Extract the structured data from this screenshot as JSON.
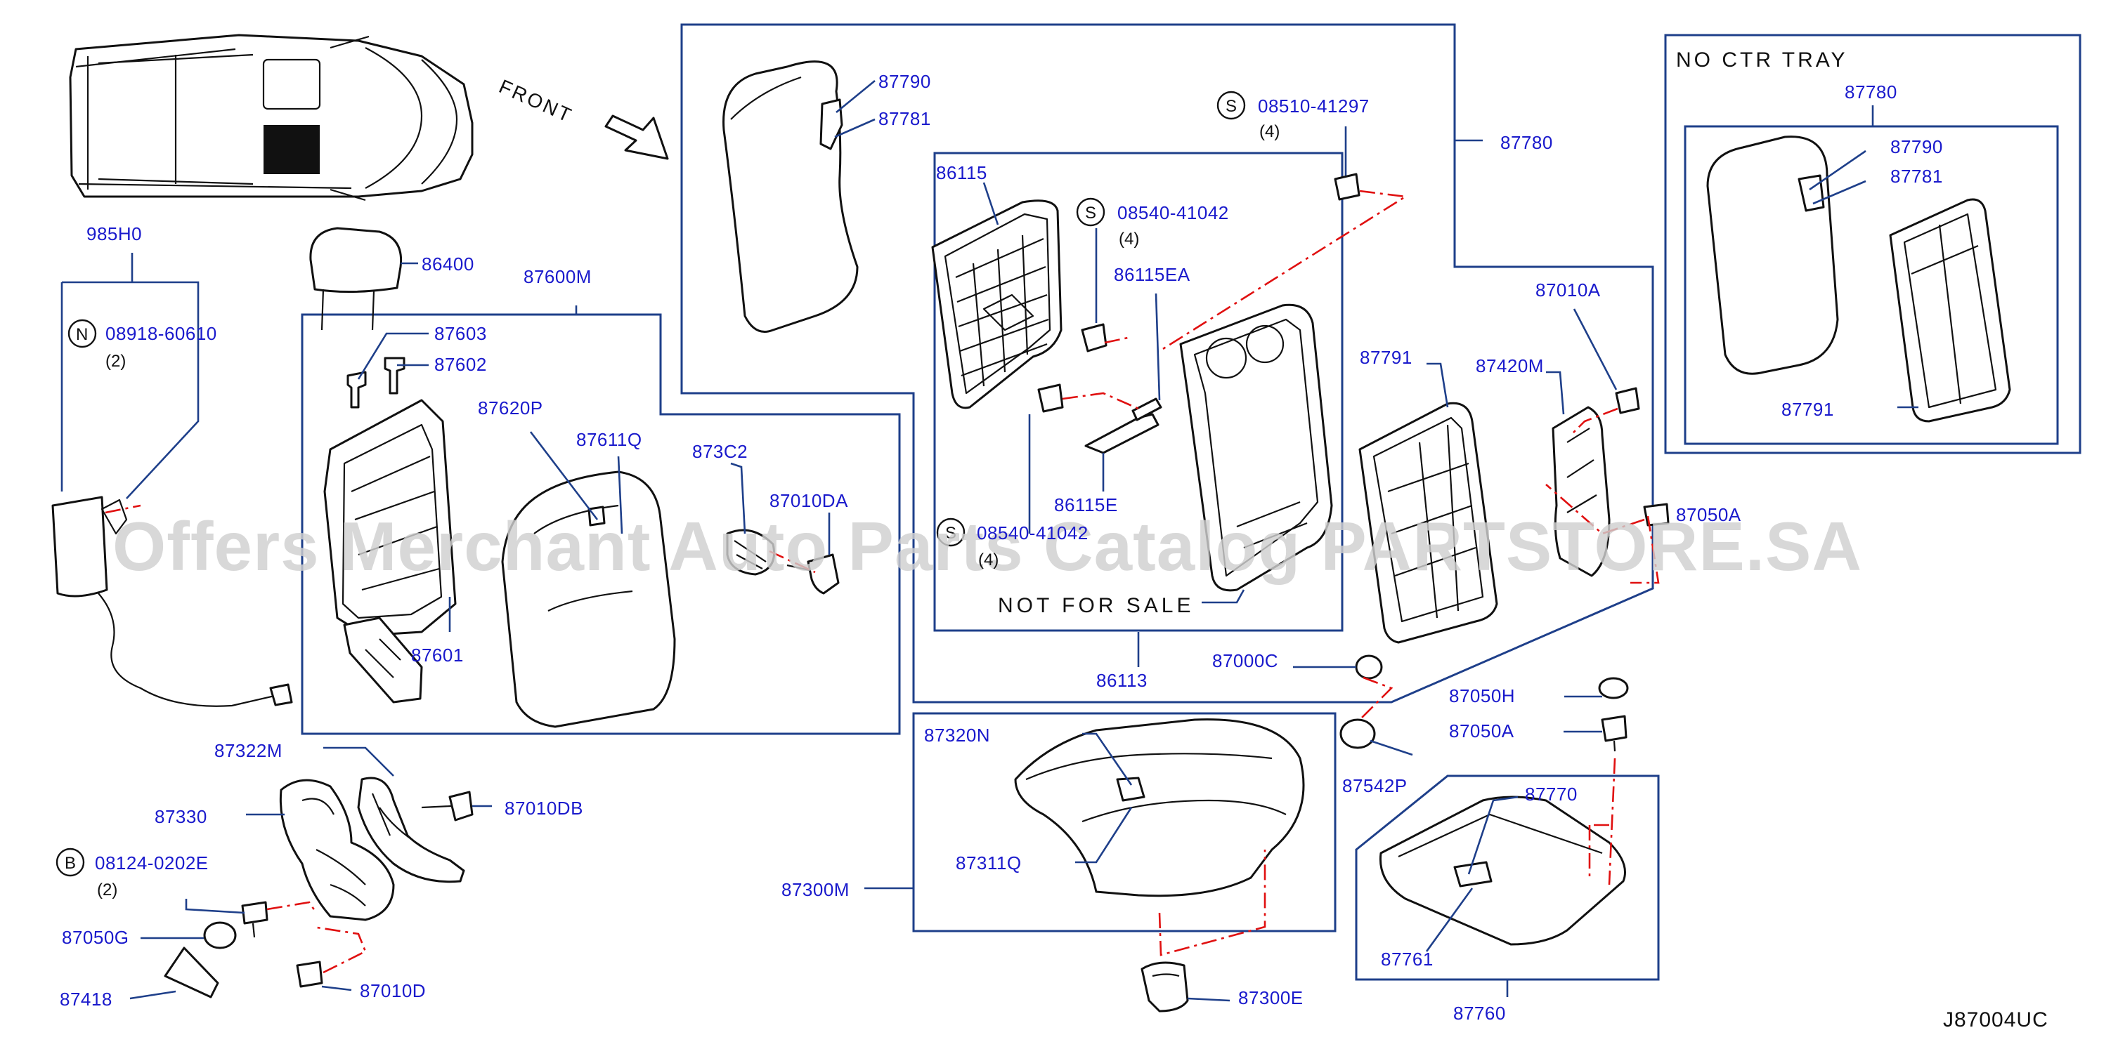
{
  "diagram_code": "J87004UC",
  "front_label": "FRONT",
  "watermark": "Offers Merchant Auto Parts Catalog PARTSTORE.SA",
  "notes": {
    "no_ctr_tray": "NO  CTR  TRAY",
    "not_for_sale": "NOT  FOR  SALE"
  },
  "fasteners": {
    "s1": {
      "symbol": "S",
      "part": "08510-41297",
      "qty": "(4)"
    },
    "s2": {
      "symbol": "S",
      "part": "08540-41042",
      "qty": "(4)"
    },
    "s3": {
      "symbol": "S",
      "part": "08540-41042",
      "qty": "(4)"
    },
    "n1": {
      "symbol": "N",
      "part": "08918-60610",
      "qty": "(2)"
    },
    "b1": {
      "symbol": "B",
      "part": "08124-0202E",
      "qty": "(2)"
    }
  },
  "parts": {
    "p985H0": "985H0",
    "p86400": "86400",
    "p87600M": "87600M",
    "p87603": "87603",
    "p87602": "87602",
    "p87620P": "87620P",
    "p87611Q": "87611Q",
    "p873C2": "873C2",
    "p87010DA": "87010DA",
    "p87601": "87601",
    "p87322M": "87322M",
    "p87330": "87330",
    "p87010DB": "87010DB",
    "p87050G": "87050G",
    "p87418": "87418",
    "p87010D": "87010D",
    "p87790_a": "87790",
    "p87781_a": "87781",
    "p86115": "86115",
    "p86115EA": "86115EA",
    "p86115E": "86115E",
    "p86113": "86113",
    "p87780_a": "87780",
    "p87010A": "87010A",
    "p87420M": "87420M",
    "p87791_a": "87791",
    "p87050A_a": "87050A",
    "p87000C": "87000C",
    "p87050H": "87050H",
    "p87050A_b": "87050A",
    "p87542P": "87542P",
    "p87320N": "87320N",
    "p87311Q": "87311Q",
    "p87300M": "87300M",
    "p87300E": "87300E",
    "p87770": "87770",
    "p87761": "87761",
    "p87760": "87760",
    "p87780_b": "87780",
    "p87790_b": "87790",
    "p87781_b": "87781",
    "p87791_b": "87791"
  }
}
